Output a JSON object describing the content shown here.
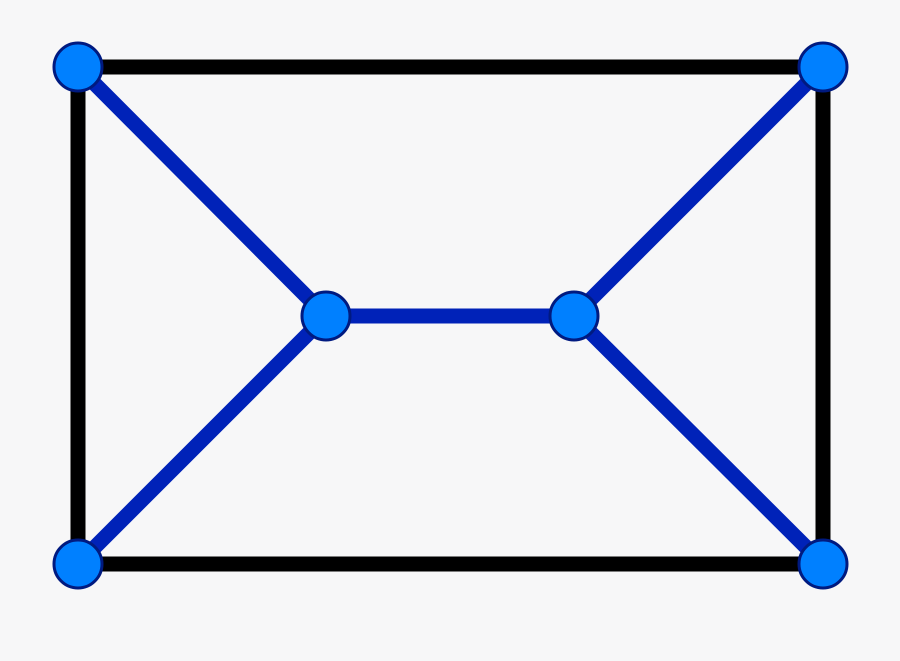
{
  "graph": {
    "colors": {
      "background": "#f7f7f8",
      "outer_edge": "#000000",
      "inner_edge": "#0022b8",
      "node_fill": "#0080ff",
      "node_stroke": "#001a80"
    },
    "nodes": [
      {
        "id": "top-left"
      },
      {
        "id": "top-right"
      },
      {
        "id": "bottom-left"
      },
      {
        "id": "bottom-right"
      },
      {
        "id": "center-left"
      },
      {
        "id": "center-right"
      }
    ],
    "edges": [
      {
        "from": "top-left",
        "to": "top-right",
        "kind": "outer"
      },
      {
        "from": "top-right",
        "to": "bottom-right",
        "kind": "outer"
      },
      {
        "from": "bottom-right",
        "to": "bottom-left",
        "kind": "outer"
      },
      {
        "from": "bottom-left",
        "to": "top-left",
        "kind": "outer"
      },
      {
        "from": "top-left",
        "to": "center-left",
        "kind": "inner"
      },
      {
        "from": "bottom-left",
        "to": "center-left",
        "kind": "inner"
      },
      {
        "from": "center-left",
        "to": "center-right",
        "kind": "inner"
      },
      {
        "from": "top-right",
        "to": "center-right",
        "kind": "inner"
      },
      {
        "from": "bottom-right",
        "to": "center-right",
        "kind": "inner"
      }
    ]
  }
}
